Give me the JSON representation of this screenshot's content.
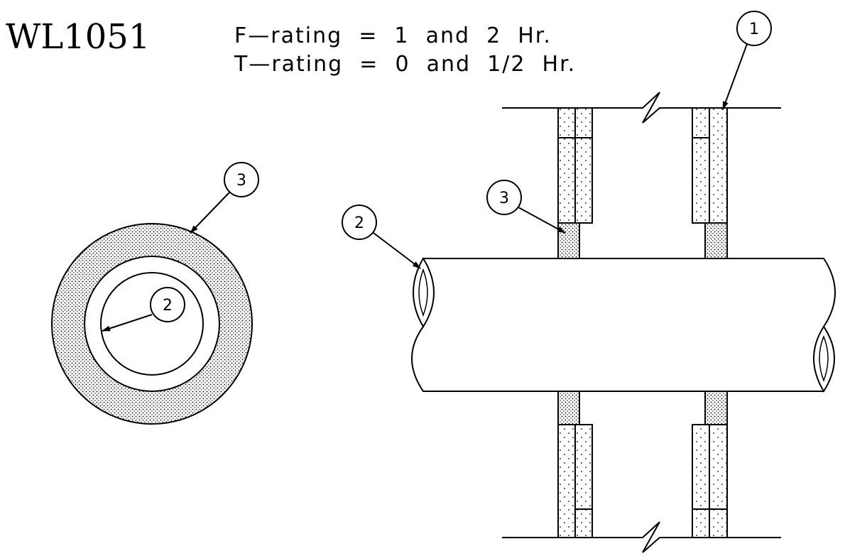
{
  "title": "WL1051",
  "ratings": {
    "f_rating": "F—rating  =  1  and  2  Hr.",
    "t_rating": "T—rating  =  0  and  1/2  Hr."
  },
  "callouts": {
    "c1": "1",
    "c2": "2",
    "c3": "3"
  },
  "colors": {
    "line": "#000000",
    "background": "#ffffff",
    "stipple": "#000000"
  }
}
